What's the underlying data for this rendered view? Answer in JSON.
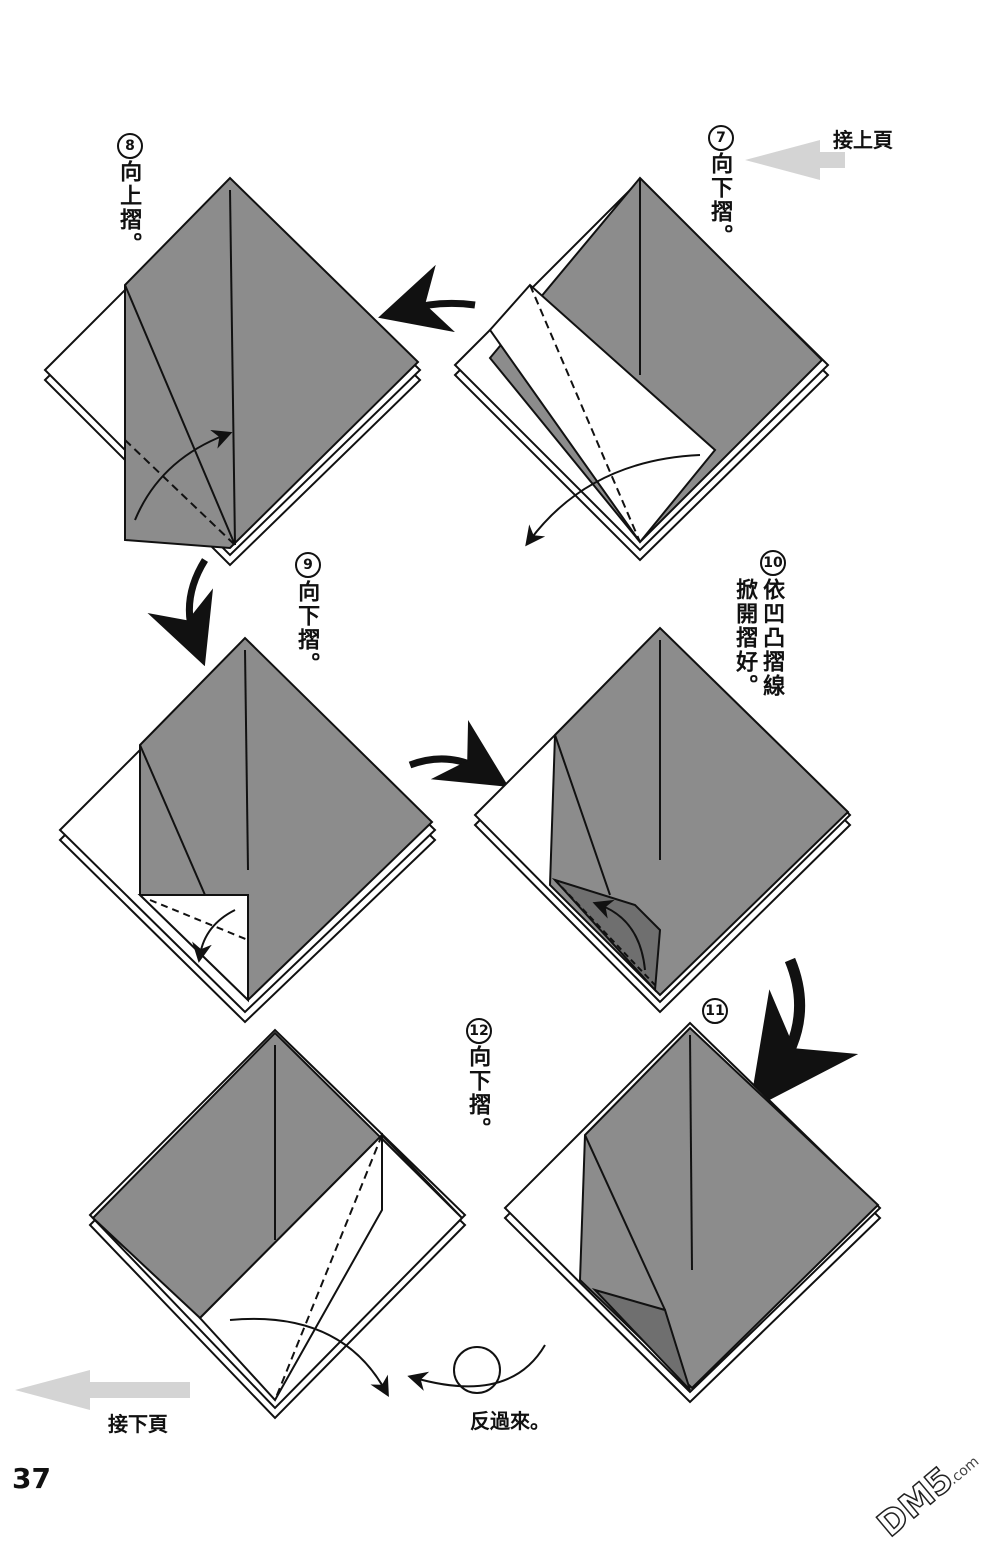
{
  "header": {
    "continue_from": "接上頁"
  },
  "footer": {
    "continue_to": "接下頁",
    "page_number": "37"
  },
  "steps": [
    {
      "number": "7",
      "instruction": "向下摺。"
    },
    {
      "number": "8",
      "instruction": "向上摺。"
    },
    {
      "number": "9",
      "instruction": "向下摺。"
    },
    {
      "number": "10",
      "instruction_line1": "依凹凸摺線",
      "instruction_line2": "掀開摺好。"
    },
    {
      "number": "11"
    },
    {
      "number": "12",
      "instruction": "向下摺。"
    }
  ],
  "turn_over_label": "反過來。",
  "watermark": "DM5.com",
  "colors": {
    "paper_colored": "#8c8c8c",
    "paper_white": "#ffffff",
    "ink": "#111111",
    "arrow_gray": "#d4d4d4"
  }
}
